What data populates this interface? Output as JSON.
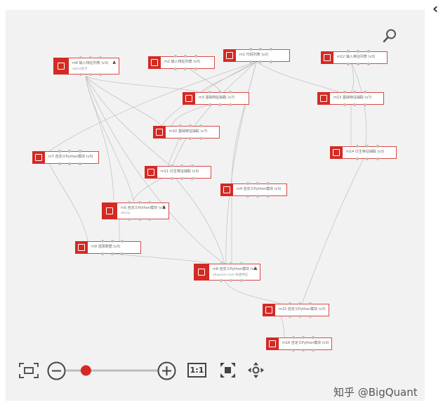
{
  "nodes": {
    "m6": {
      "label": "m6 输入特征列表 (v3)",
      "sub": "alpha因子"
    },
    "m2": {
      "label": "m2 输入特征列表 (v3)"
    },
    "m1": {
      "label": "m1 代码列表 (v2)"
    },
    "m12": {
      "label": "m12 输入特征列表 (v3)"
    },
    "m3": {
      "label": "m3 基础特征抽取 (v7)"
    },
    "m13": {
      "label": "m13 基础特征抽取 (v7)"
    },
    "m10": {
      "label": "m10 基础特征抽取 (v7)"
    },
    "m14": {
      "label": "m14 衍生特征抽取 (v3)"
    },
    "m7": {
      "label": "m7 自定义Python模块 (v3)"
    },
    "m11": {
      "label": "m11 衍生特征抽取 (v3)"
    },
    "m4": {
      "label": "m4 自定义Python模块 (v3)"
    },
    "m5": {
      "label": "m5 自定义Python模块 (v3)",
      "sub": "decay"
    },
    "m9": {
      "label": "m9 选择数据 (v3)"
    },
    "m8": {
      "label": "m8 自定义Python模块 (v3)",
      "sub": "altqualm.com 构建特征"
    },
    "m15": {
      "label": "m15 自定义Python模块 (v3)"
    },
    "m16": {
      "label": "m16 自定义Python模块 (v3)"
    }
  },
  "toolbar": {
    "zoom_level": 0.18,
    "actual_size_label": "1:1"
  },
  "watermark": "知乎 @BigQuant",
  "back_chevron": "‹",
  "colors": {
    "accent": "#d42a24",
    "canvas": "#f2f2f2",
    "edge": "#c8c8c8"
  }
}
